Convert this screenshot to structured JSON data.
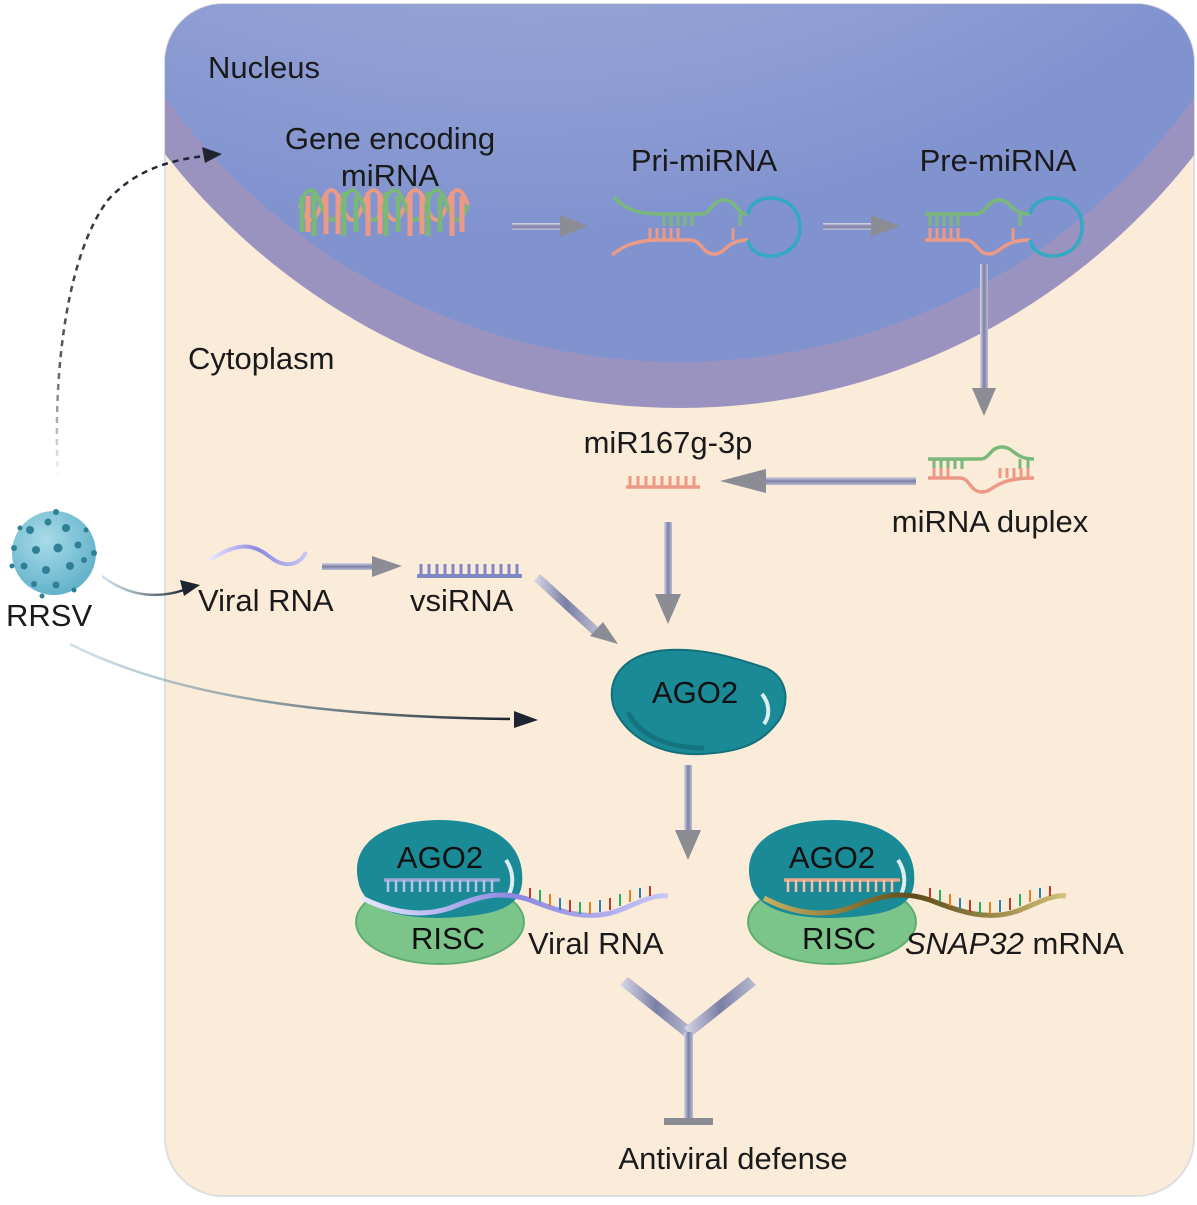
{
  "labels": {
    "nucleus": "Nucleus",
    "cytoplasm": "Cytoplasm",
    "gene_line1": "Gene encoding",
    "gene_line2": "miRNA",
    "pri_mirna": "Pri-miRNA",
    "pre_mirna": "Pre-miRNA",
    "mir167": "miR167g-3p",
    "mirna_duplex": "miRNA duplex",
    "viral_rna": "Viral RNA",
    "vsirna": "vsiRNA",
    "rrsv": "RRSV",
    "ago2_center": "AGO2",
    "ago2_left": "AGO2",
    "ago2_right": "AGO2",
    "risc_left": "RISC",
    "risc_right": "RISC",
    "viral_rna_target": "Viral RNA",
    "snap32_italic": "SNAP32",
    "snap32_suffix": " mRNA",
    "antiviral_defense": "Antiviral defense"
  },
  "colors": {
    "cytoplasm_fill": "#fbecd9",
    "nucleus_fill": "#a3aed9",
    "nuclear_envelope": "#9a93c0",
    "ago2": "#1a8a96",
    "risc": "#7cc58a",
    "mirna_green": "#7ab87a",
    "mirna_salmon": "#ec9a86",
    "loop_teal": "#33a9c3",
    "virus": "#7fc3d6",
    "arrow_gray": "#8c8c94"
  }
}
